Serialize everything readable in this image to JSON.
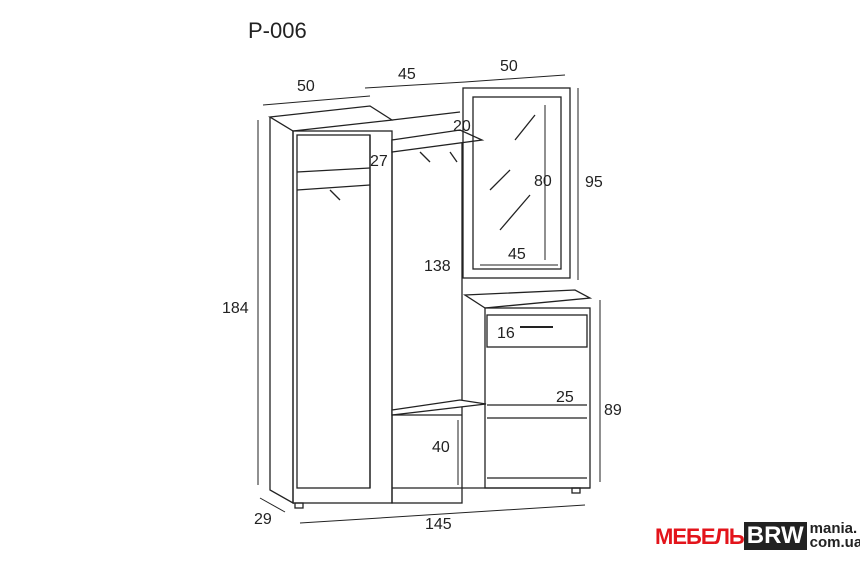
{
  "title": "P-006",
  "dimensions": {
    "top_left_width": "50",
    "top_mid_width": "45",
    "top_right_width": "50",
    "shelf_depth_20": "20",
    "hook_27": "27",
    "mirror_height": "80",
    "mirror_panel_height": "95",
    "mirror_width": "45",
    "middle_height": "138",
    "total_height": "184",
    "drawer_height": "16",
    "shelf_25": "25",
    "right_height": "89",
    "bottom_shelf": "40",
    "depth": "29",
    "total_width": "145"
  },
  "logo": {
    "part1": "МЕБЕЛЬ",
    "part2": "BRW",
    "part3": "mania.",
    "part4": "com.ua"
  }
}
